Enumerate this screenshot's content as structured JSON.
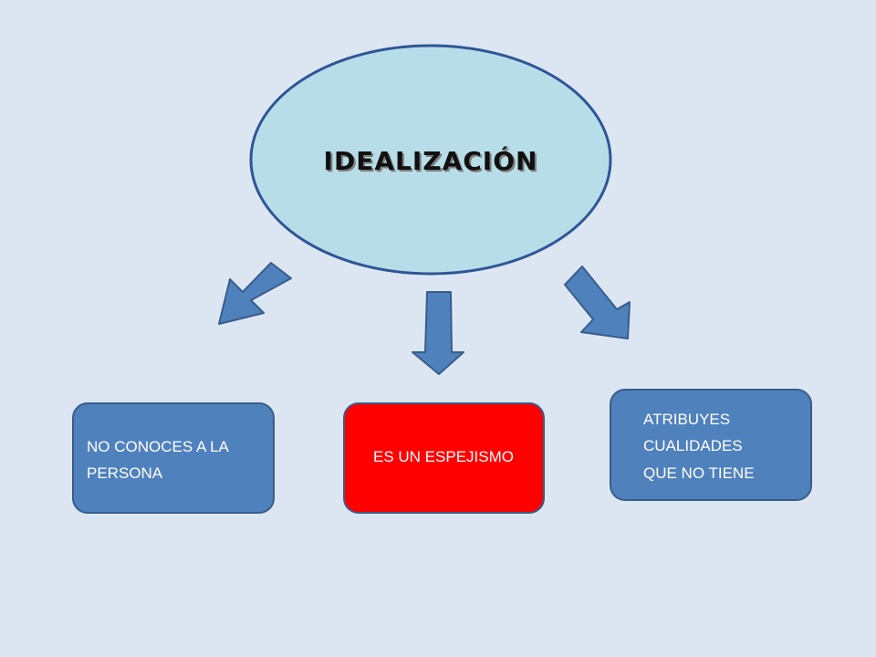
{
  "central": {
    "title": "IDEALIZACIÓN",
    "fill": "#b7dde8",
    "stroke": "#2f5597"
  },
  "boxes": [
    {
      "lines": [
        "NO CONOCES A LA",
        "PERSONA"
      ],
      "fill": "#4f81bd",
      "text_color": "#ffffff"
    },
    {
      "lines": [
        "ES UN ESPEJISMO"
      ],
      "fill": "#ff0000",
      "text_color": "#ffffff"
    },
    {
      "lines": [
        "ATRIBUYES",
        "CUALIDADES",
        "QUE NO TIENE"
      ],
      "fill": "#4f81bd",
      "text_color": "#ffffff"
    }
  ],
  "colors": {
    "background": "#dce6f2",
    "arrow_fill": "#4f81bd",
    "arrow_stroke": "#385d8a",
    "box_stroke": "#385d8a"
  },
  "arrows": [
    {
      "name": "arrow-down-left",
      "direction": "down-left"
    },
    {
      "name": "arrow-down",
      "direction": "down"
    },
    {
      "name": "arrow-down-right",
      "direction": "down-right"
    }
  ]
}
